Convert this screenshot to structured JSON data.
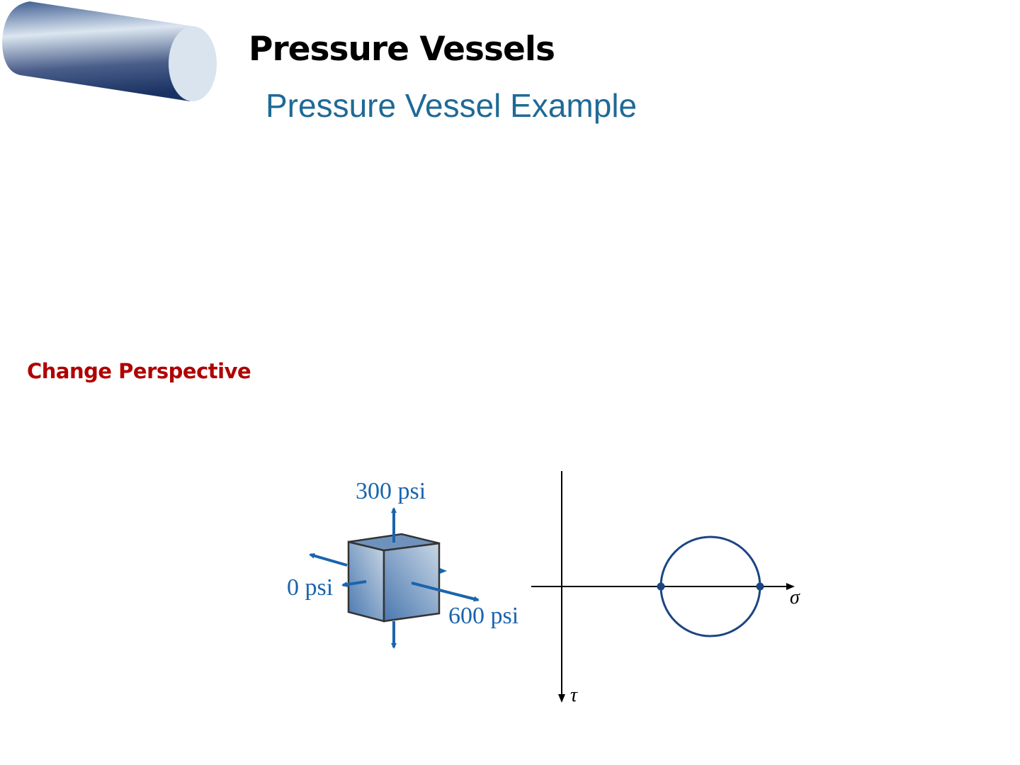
{
  "slide": {
    "title": "Pressure Vessels",
    "subtitle": "Pressure Vessel Example",
    "change_perspective": "Change Perspective"
  },
  "stress_element": {
    "top_label": "300 psi",
    "left_label": "0 psi",
    "right_label": "600 psi"
  },
  "mohr_circle": {
    "x_axis_label": "σ",
    "y_axis_label": "τ",
    "sigma_min_psi": 300,
    "sigma_max_psi": 600
  },
  "colors": {
    "accent": "#1a64ac",
    "subtitle": "#1f6a96",
    "highlight": "#b00000",
    "circle": "#1b4582"
  }
}
